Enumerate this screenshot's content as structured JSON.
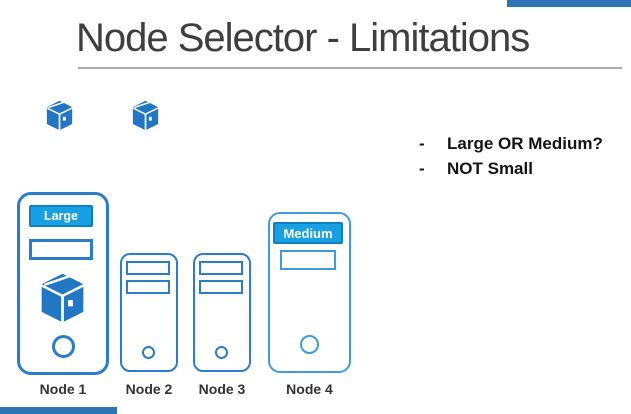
{
  "slide": {
    "title": "Node Selector - Limitations",
    "bullets": [
      {
        "marker": "-",
        "text": "Large OR Medium?"
      },
      {
        "marker": "-",
        "text": "NOT Small"
      }
    ],
    "pending_pods": {
      "count": 2,
      "icon": "package-box-icon"
    },
    "nodes": [
      {
        "label": "Node 1",
        "badge": "Large",
        "empty_slots": 1,
        "scheduled_pod": true,
        "size": "large"
      },
      {
        "label": "Node 2",
        "empty_slots": 2,
        "scheduled_pod": false,
        "size": "small"
      },
      {
        "label": "Node 3",
        "empty_slots": 2,
        "scheduled_pod": false,
        "size": "small"
      },
      {
        "label": "Node 4",
        "badge": "Medium",
        "empty_slots": 1,
        "scheduled_pod": false,
        "size": "medium"
      }
    ],
    "colors": {
      "node_outline": "#2b7cca",
      "node4_outline": "#3f9bdc",
      "badge_fill": "#18a0e3",
      "badge_border": "#0f7fc4",
      "cube_blue": "#2376c4",
      "title_gray": "#3e3e3e",
      "rule_gray": "#ababab",
      "accent_bar": "#2e74b5"
    }
  }
}
